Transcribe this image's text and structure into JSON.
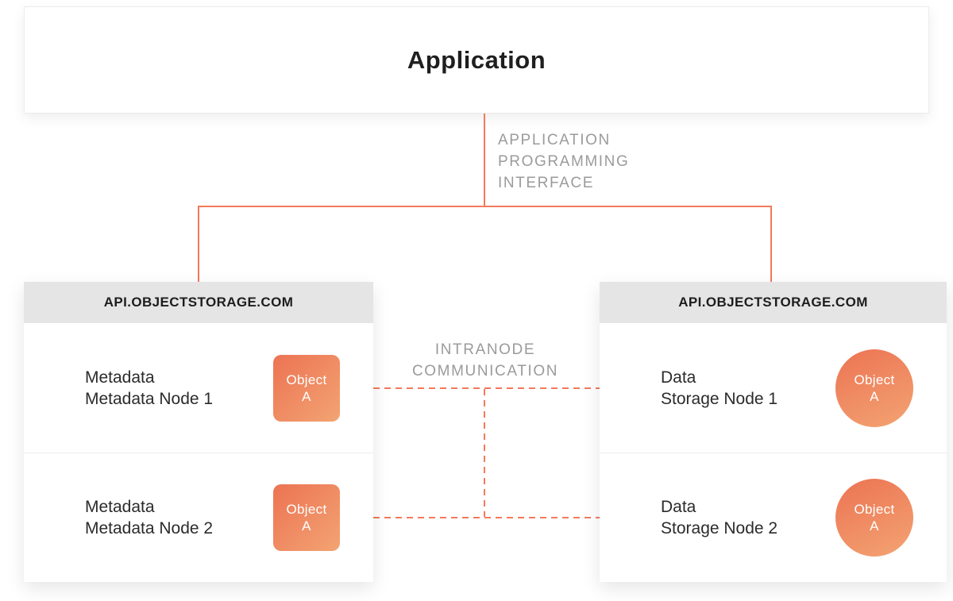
{
  "diagram": {
    "application_box": {
      "title": "Application"
    },
    "api_connector_label": {
      "line1": "APPLICATION",
      "line2": "PROGRAMMING",
      "line3": "INTERFACE"
    },
    "intranode_label": {
      "line1": "INTRANODE",
      "line2": "COMMUNICATION"
    },
    "metadata_panel": {
      "header": "API.OBJECTSTORAGE.COM",
      "nodes": [
        {
          "line1": "Metadata",
          "line2": "Metadata Node 1",
          "object": {
            "line1": "Object",
            "line2": "A",
            "shape": "rounded-square"
          }
        },
        {
          "line1": "Metadata",
          "line2": "Metadata Node 2",
          "object": {
            "line1": "Object",
            "line2": "A",
            "shape": "rounded-square"
          }
        }
      ]
    },
    "storage_panel": {
      "header": "API.OBJECTSTORAGE.COM",
      "nodes": [
        {
          "line1": "Data",
          "line2": "Storage Node 1",
          "object": {
            "line1": "Object",
            "line2": "A",
            "shape": "circle"
          }
        },
        {
          "line1": "Data",
          "line2": "Storage Node 2",
          "object": {
            "line1": "Object",
            "line2": "A",
            "shape": "circle"
          }
        }
      ]
    },
    "colors": {
      "accent_orange": "#F4795C",
      "object_gradient_start": "#EC7353",
      "object_gradient_end": "#F3A473",
      "label_gray": "#9B9B9B",
      "panel_header_bg": "#E5E5E5",
      "text_dark": "#1F1F1F"
    }
  }
}
